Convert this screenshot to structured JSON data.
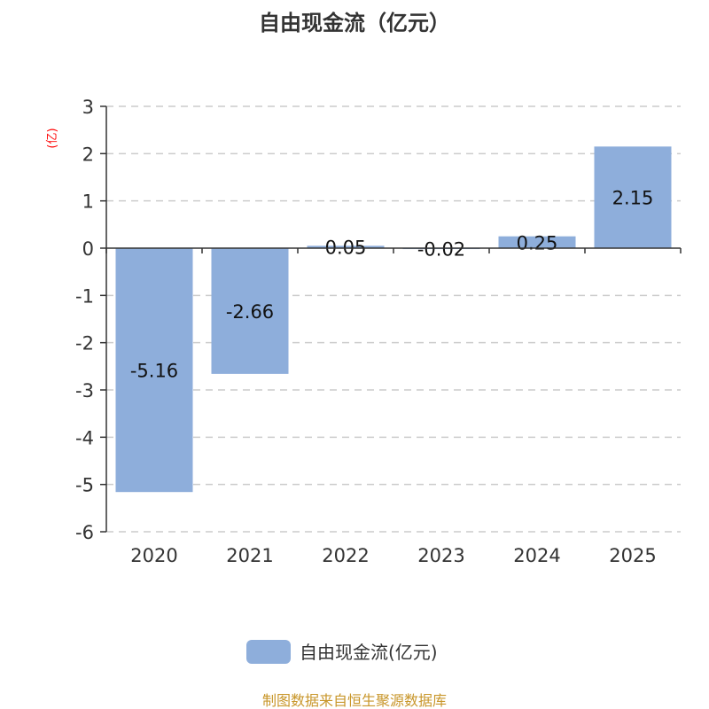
{
  "chart_data": {
    "type": "bar",
    "title": "自由现金流（亿元）",
    "ylabel": "(亿)",
    "xlabel": "",
    "categories": [
      "2020",
      "2021",
      "2022",
      "2023",
      "2024",
      "2025"
    ],
    "series": [
      {
        "name": "自由现金流(亿元)",
        "values": [
          -5.16,
          -2.66,
          0.05,
          -0.02,
          0.25,
          2.15
        ]
      }
    ],
    "data_labels": [
      "-5.16",
      "-2.66",
      "0.05",
      "-0.02",
      "0.25",
      "2.15"
    ],
    "ylim": [
      -6,
      3
    ],
    "yticks": [
      3,
      2,
      1,
      0,
      -1,
      -2,
      -3,
      -4,
      -5,
      -6
    ],
    "grid": true,
    "legend": "bottom-center"
  },
  "colors": {
    "bar": "#8eaedb",
    "title": "#333333",
    "ylabel": "#ff0000",
    "source": "#c8962a"
  },
  "footer": {
    "source": "制图数据来自恒生聚源数据库"
  }
}
